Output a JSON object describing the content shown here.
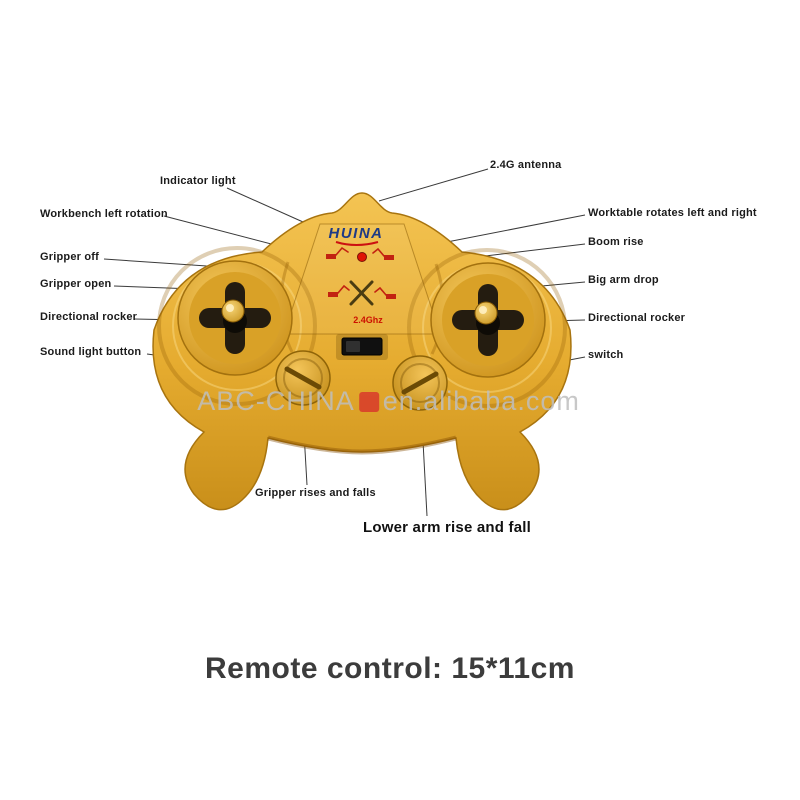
{
  "caption": "Remote control: 15*11cm",
  "watermark": {
    "part1": "ABC-CHINA",
    "part2": "en.alibaba.com"
  },
  "controller": {
    "brand": "HUINA",
    "sticker_freq": "2.4Ghz"
  },
  "labels": {
    "antenna": "2.4G antenna",
    "indicator_light": "Indicator light",
    "workbench_left_rotation": "Workbench left rotation",
    "worktable_rotates": "Worktable rotates left and right",
    "boom_rise": "Boom rise",
    "gripper_off": "Gripper off",
    "gripper_open": "Gripper open",
    "big_arm_drop": "Big arm drop",
    "directional_rocker_left": "Directional rocker",
    "directional_rocker_right": "Directional rocker",
    "sound_light_button": "Sound light button",
    "switch": "switch",
    "gripper_rises_and_falls": "Gripper rises and falls",
    "lower_arm_rise_and_fall": "Lower arm rise and fall"
  },
  "colors": {
    "body_yellow": "#e9b23a",
    "body_shadow": "#b97f14",
    "accent_red": "#cc1111",
    "logo_blue": "#1e3a86",
    "callout_line": "#3a3a3a"
  }
}
